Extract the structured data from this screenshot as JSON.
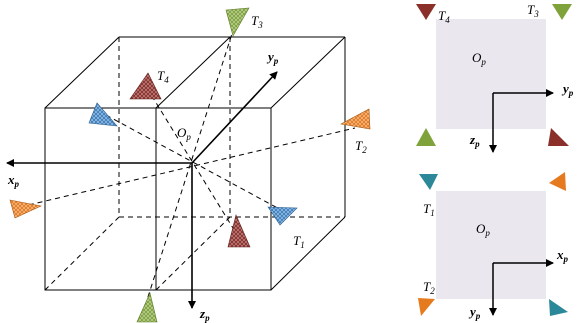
{
  "colors": {
    "green": "#7fa33a",
    "red": "#8b2f2a",
    "blue": "#3b7fc0",
    "orange": "#e67a1e",
    "teal": "#2a8898",
    "panel": "#ebe7ef",
    "line": "#000000"
  },
  "labels": {
    "T1": {
      "base": "T",
      "sub": "1"
    },
    "T2": {
      "base": "T",
      "sub": "2"
    },
    "T3": {
      "base": "T",
      "sub": "3"
    },
    "T4": {
      "base": "T",
      "sub": "4"
    },
    "Op": {
      "base": "O",
      "sub": "p"
    },
    "xp": {
      "base": "x",
      "sub": "p"
    },
    "yp": {
      "base": "y",
      "sub": "p"
    },
    "zp": {
      "base": "z",
      "sub": "p"
    }
  }
}
